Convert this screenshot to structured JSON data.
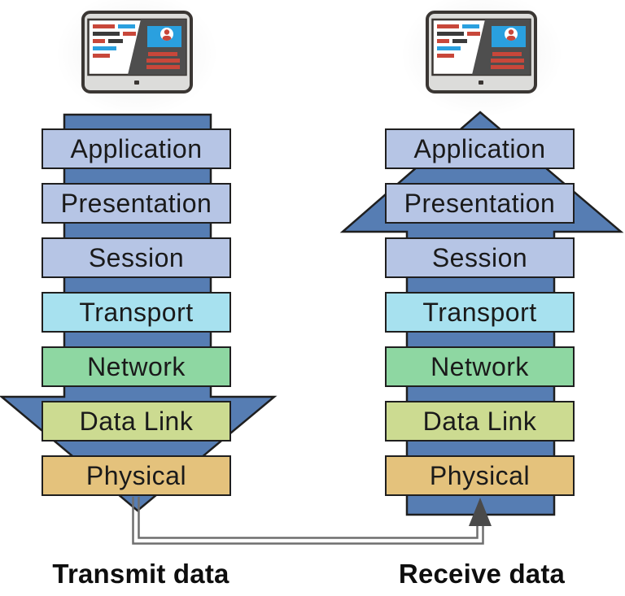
{
  "diagram": {
    "type": "osi-model-transmit-receive",
    "stacks": {
      "left": {
        "caption": "Transmit data",
        "direction": "down",
        "device": "computer-monitor-icon"
      },
      "right": {
        "caption": "Receive data",
        "direction": "up",
        "device": "computer-monitor-icon"
      }
    },
    "layers": [
      {
        "label": "Application",
        "color": "#b6c5e5"
      },
      {
        "label": "Presentation",
        "color": "#b6c5e5"
      },
      {
        "label": "Session",
        "color": "#b6c5e5"
      },
      {
        "label": "Transport",
        "color": "#a7e1ef"
      },
      {
        "label": "Network",
        "color": "#8ed7a2"
      },
      {
        "label": "Data Link",
        "color": "#ccdb91"
      },
      {
        "label": "Physical",
        "color": "#e4c27c"
      }
    ],
    "colors": {
      "flow_arrow": "#567db3",
      "outline": "#1f1f1f",
      "connector_line": "#6e6e6e",
      "connector_arrowhead": "#4a4a4a"
    }
  }
}
